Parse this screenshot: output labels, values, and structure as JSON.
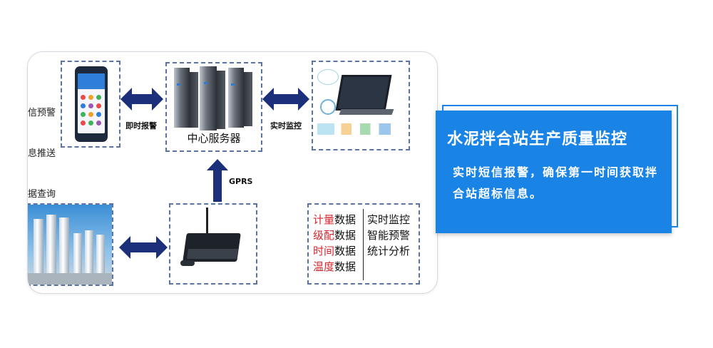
{
  "diagram": {
    "left_text": [
      "信预警",
      "息推送",
      "据查询"
    ],
    "label_instant_alarm": "即时报警",
    "label_server": "中心服务器",
    "label_realtime_monitor": "实时监控",
    "label_gprs": "GPRS",
    "stats_left": [
      {
        "red": "计量",
        "black": "数据"
      },
      {
        "red": "级配",
        "black": "数据"
      },
      {
        "red": "时间",
        "black": "数据"
      },
      {
        "red": "温度",
        "black": "数据"
      }
    ],
    "stats_right": [
      "实时监控",
      "智能预警",
      "统计分析"
    ]
  },
  "card": {
    "title": "水泥拌合站生产质量监控",
    "body": "实时短信报警，确保第一时间获取拌合站超标信息。"
  },
  "colors": {
    "card_blue": "#1a84e6",
    "arrow_navy": "#1c2f7a",
    "dash_border": "#5a74a8",
    "stat_red": "#d8262e"
  }
}
